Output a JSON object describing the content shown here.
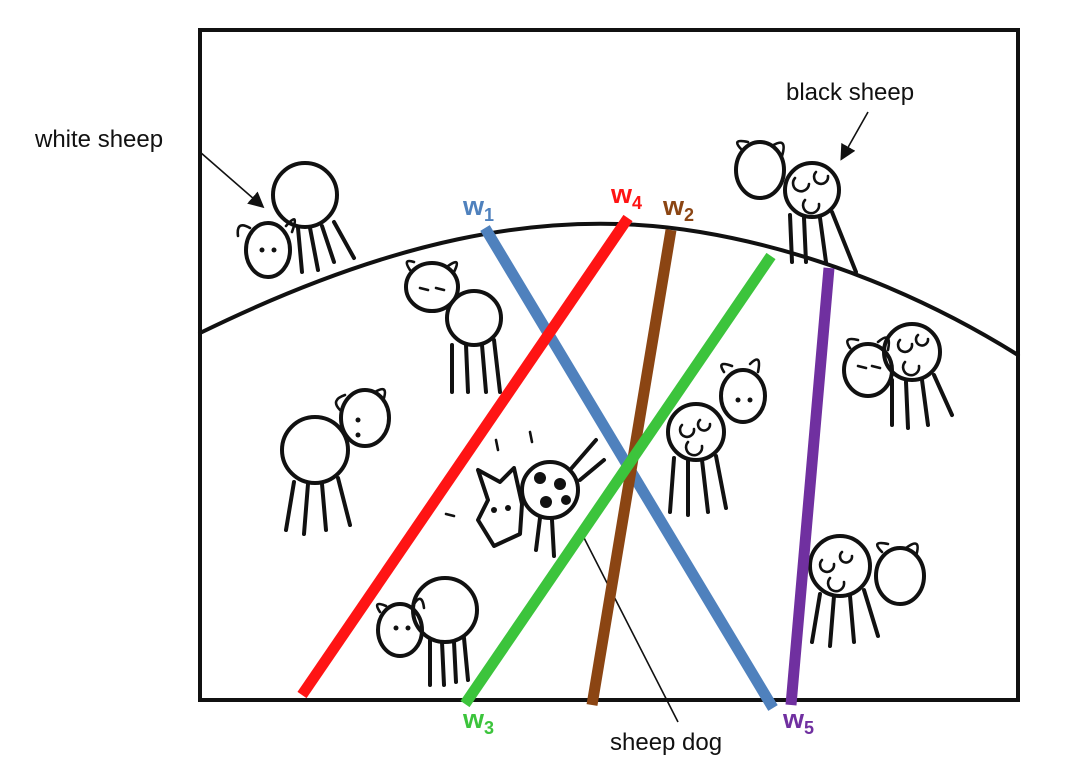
{
  "annotations": {
    "white_sheep": "white sheep",
    "black_sheep": "black sheep",
    "sheep_dog": "sheep dog"
  },
  "separators": [
    {
      "id": "w1",
      "base": "w",
      "sub": "1",
      "color": "#4f81bd"
    },
    {
      "id": "w2",
      "base": "w",
      "sub": "2",
      "color": "#8b4513"
    },
    {
      "id": "w3",
      "base": "w",
      "sub": "3",
      "color": "#3cc43c"
    },
    {
      "id": "w4",
      "base": "w",
      "sub": "4",
      "color": "#ff1414"
    },
    {
      "id": "w5",
      "base": "w",
      "sub": "5",
      "color": "#7030a0"
    }
  ]
}
